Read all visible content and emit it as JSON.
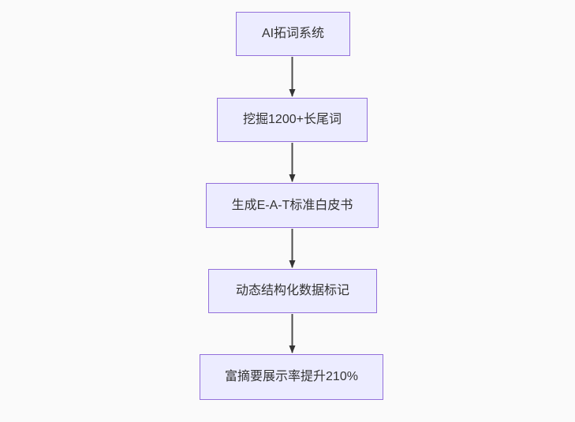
{
  "diagram": {
    "kind": "flowchart",
    "direction": "top-down",
    "background_color": "#fafafa",
    "node_fill_color": "#ececff",
    "node_border_color": "#9370db",
    "node_text_color": "#333333",
    "arrow_line_color": "#4d4d4d",
    "arrowhead_color": "#333333",
    "nodes": [
      {
        "label": "AI拓词系统"
      },
      {
        "label": "挖掘1200+长尾词"
      },
      {
        "label": "生成E-A-T标准白皮书"
      },
      {
        "label": "动态结构化数据标记"
      },
      {
        "label": "富摘要展示率提升210%"
      }
    ],
    "edges": [
      {
        "from": 0,
        "to": 1
      },
      {
        "from": 1,
        "to": 2
      },
      {
        "from": 2,
        "to": 3
      },
      {
        "from": 3,
        "to": 4
      }
    ]
  }
}
